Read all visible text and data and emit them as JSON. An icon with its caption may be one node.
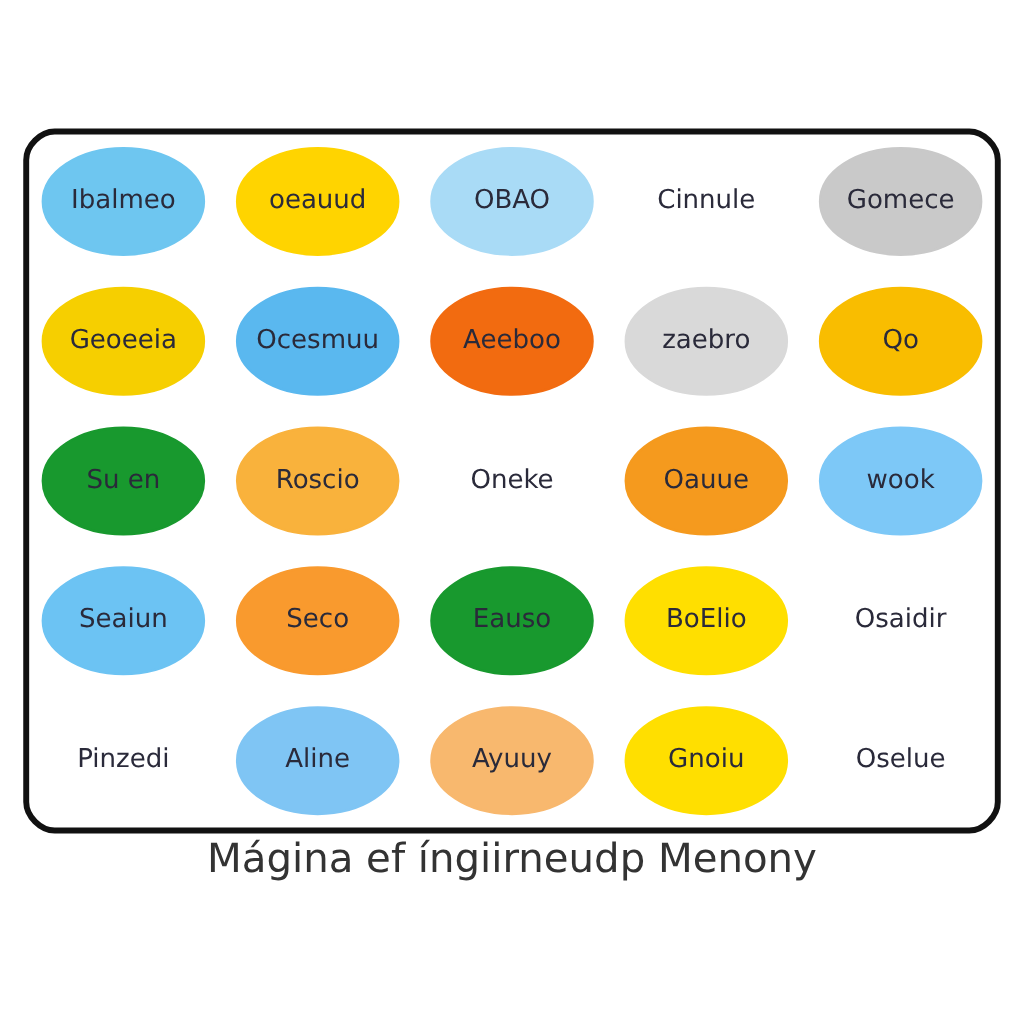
{
  "diagram": {
    "caption": "Mágina ef íngiirneudp Menony",
    "nodes": [
      {
        "text": [],
        "shape": "bubble"
      },
      {
        "text": [
          "Ibalmeo"
        ],
        "in": 0
      },
      {
        "text": [
          "oeauud"
        ],
        "in": 0
      },
      {
        "text": [
          "OBAO"
        ],
        "in": 0
      },
      {
        "text": [
          "Cinnule"
        ],
        "in": 0
      },
      {
        "text": [
          "Gomece"
        ],
        "in": 0
      },
      {
        "text": [
          "Geoeeia"
        ],
        "in": 0
      },
      {
        "text": [
          "Ocesmuu"
        ],
        "in": 0
      },
      {
        "text": [
          "Aeeboo"
        ],
        "in": 0
      },
      {
        "text": [
          "zaebro"
        ],
        "in": 0
      },
      {
        "text": [
          "Qo"
        ],
        "in": 0
      },
      {
        "text": [
          "Su en"
        ],
        "in": 0
      },
      {
        "text": [
          "Roscio"
        ],
        "in": 0
      },
      {
        "text": [
          "Oneke"
        ],
        "in": 0
      },
      {
        "text": [
          "Oauue"
        ],
        "in": 0
      },
      {
        "text": [
          "wook"
        ],
        "in": 0
      },
      {
        "text": [
          "Seaiun"
        ],
        "in": 0
      },
      {
        "text": [
          "Seco"
        ],
        "in": 0
      },
      {
        "text": [
          "Eauso"
        ],
        "in": 0
      },
      {
        "text": [
          "BoElio"
        ],
        "in": 0
      },
      {
        "text": [
          "Osaidir"
        ],
        "in": 0
      },
      {
        "text": [
          "Pinzedi"
        ],
        "in": 0
      },
      {
        "text": [
          "Aline"
        ],
        "in": 0
      },
      {
        "text": [
          "Ayuuy"
        ],
        "in": 0
      },
      {
        "text": [
          "Gnoiu"
        ],
        "in": 0
      },
      {
        "text": [
          "Oselue"
        ],
        "in": 0
      }
    ]
  }
}
